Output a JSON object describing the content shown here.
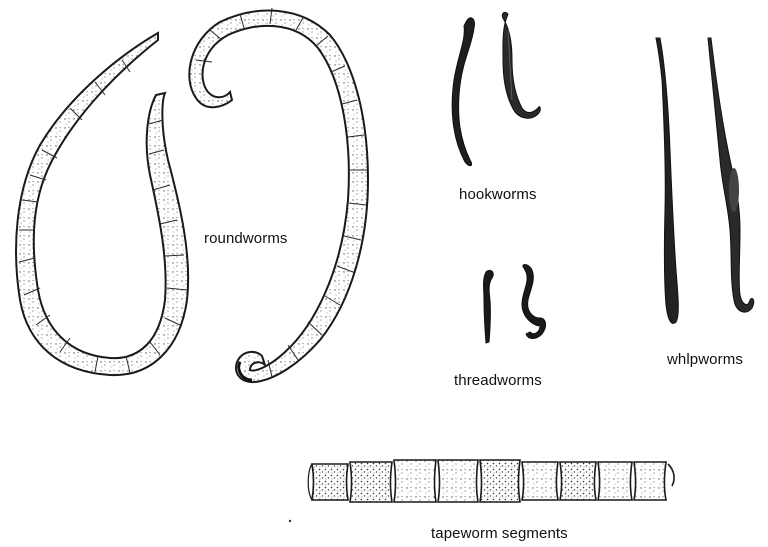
{
  "labels": {
    "roundworms": "roundworms",
    "hookworms": "hookworms",
    "threadworms": "threadworms",
    "whipworms": "whlpworms",
    "tapeworm": "tapeworm segments"
  },
  "colors": {
    "ink": "#1a1a1a",
    "stipple": "#555555",
    "paper": "#ffffff"
  }
}
